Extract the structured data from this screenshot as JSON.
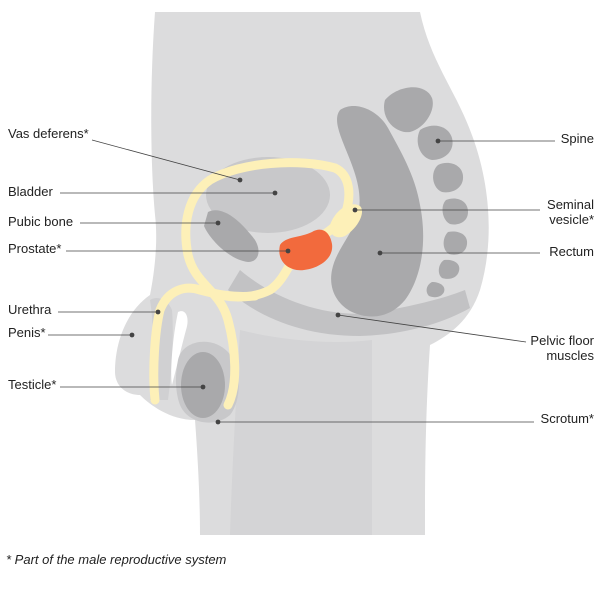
{
  "colors": {
    "body_light": "#dcdcdd",
    "body_mid": "#c8c8ca",
    "organ_dark": "#a9a9ab",
    "vas_yellow": "#fdf0b8",
    "prostate": "#f26a3d",
    "leader": "#444444"
  },
  "labels": {
    "vas_deferens": "Vas deferens*",
    "bladder": "Bladder",
    "pubic_bone": "Pubic bone",
    "prostate": "Prostate*",
    "urethra": "Urethra",
    "penis": "Penis*",
    "testicle": "Testicle*",
    "spine": "Spine",
    "seminal_vesicle_1": "Seminal",
    "seminal_vesicle_2": "vesicle*",
    "rectum": "Rectum",
    "pelvic_floor_1": "Pelvic floor",
    "pelvic_floor_2": "muscles",
    "scrotum": "Scrotum*"
  },
  "footnote": "* Part of the male reproductive system"
}
